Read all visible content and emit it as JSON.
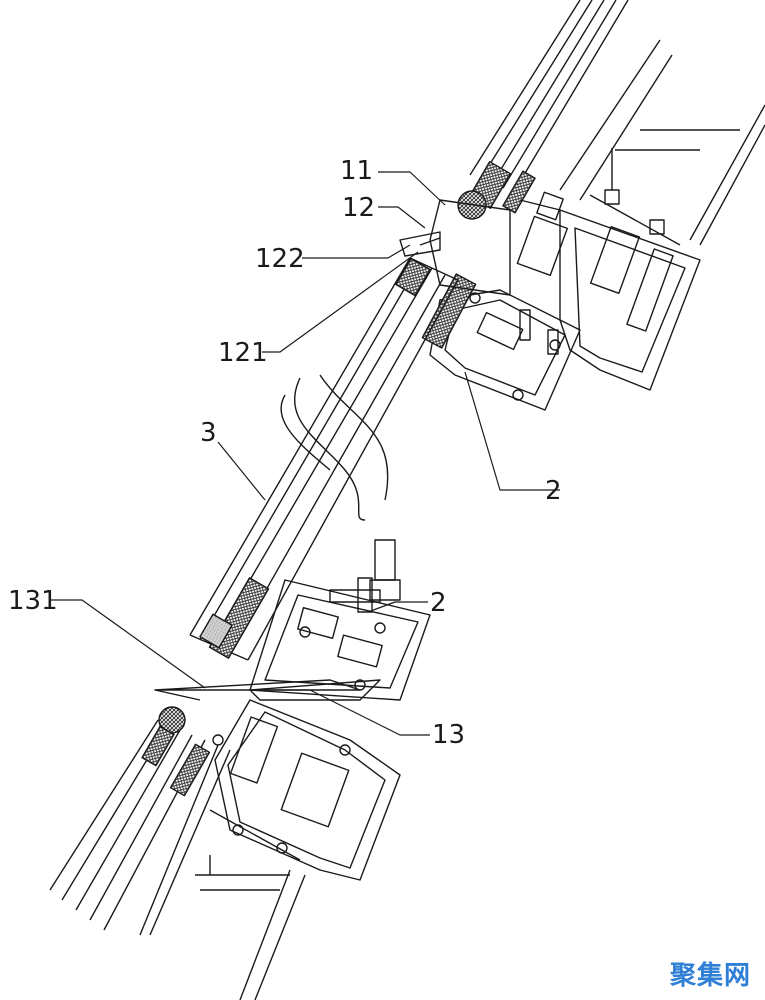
{
  "labels": {
    "l11": "11",
    "l12": "12",
    "l122": "122",
    "l121": "121",
    "l3": "3",
    "l2_upper": "2",
    "l2_lower": "2",
    "l131": "131",
    "l13": "13"
  },
  "watermark": "聚集网",
  "colors": {
    "line": "#1a1a1a",
    "hatch": "#333333",
    "watermark": "#2f7fd6"
  }
}
